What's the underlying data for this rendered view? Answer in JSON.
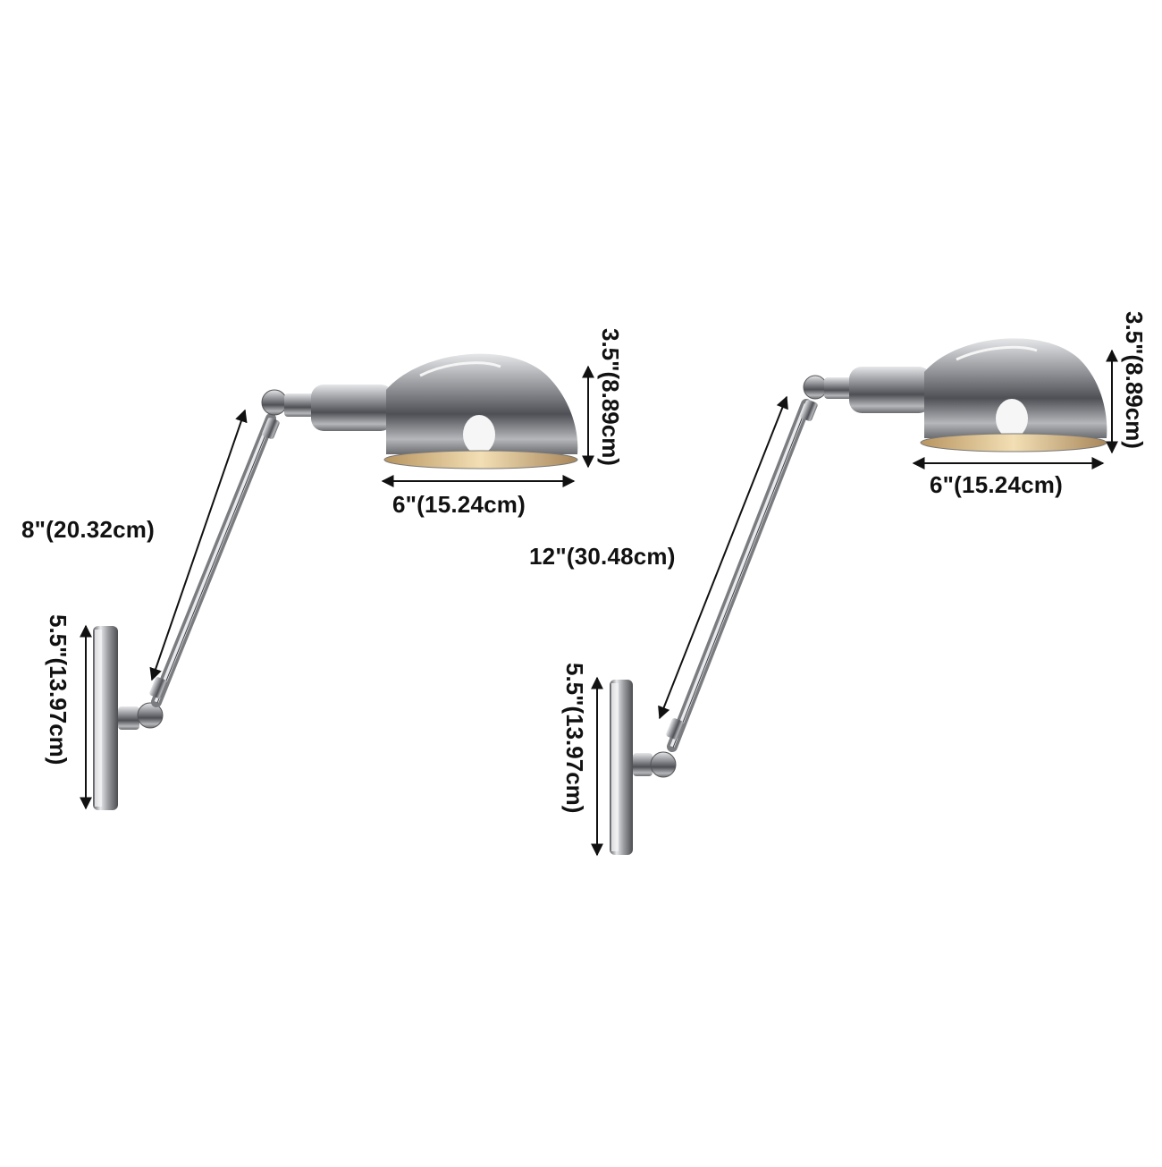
{
  "diagram": {
    "subject": "Chrome swing-arm wall sconce dimensions",
    "colors": {
      "background": "#ffffff",
      "text": "#111111",
      "chrome_dark": "#5a5c60",
      "chrome_mid": "#9a9ca0",
      "chrome_light": "#e4e5e7",
      "bulb_glow": "#d8b47a"
    },
    "lamps": [
      {
        "name": "8-inch arm lamp",
        "arm_length": "8\"(20.32cm)",
        "shade_width": "6\"(15.24cm)",
        "shade_height": "3.5\"(8.89cm)",
        "backplate_height": "5.5\"(13.97cm)"
      },
      {
        "name": "12-inch arm lamp",
        "arm_length": "12\"(30.48cm)",
        "shade_width": "6\"(15.24cm)",
        "shade_height": "3.5\"(8.89cm)",
        "backplate_height": "5.5\"(13.97cm)"
      }
    ]
  }
}
